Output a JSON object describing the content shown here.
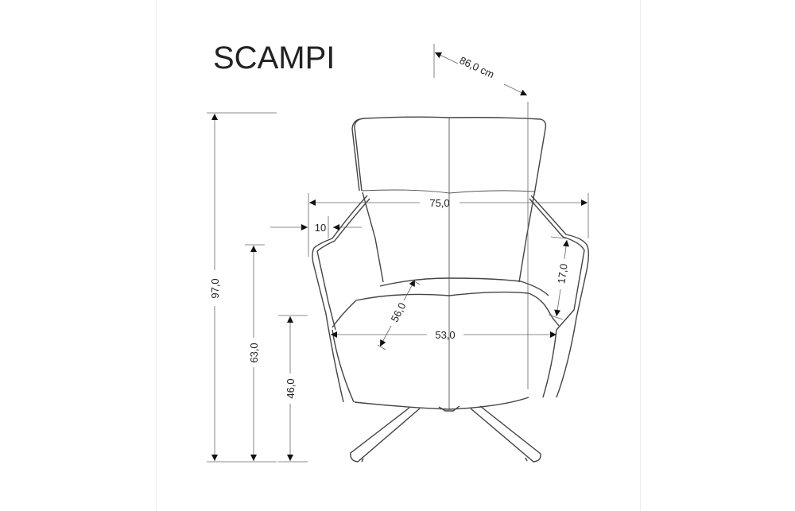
{
  "product_name": "SCAMPI",
  "dimensions": {
    "depth": "86,0 cm",
    "width": "75,0",
    "arm_width": "10",
    "arm_height": "17,0",
    "seat_depth": "56,0",
    "seat_width": "53,0",
    "total_height": "97,0",
    "armrest_height": "63,0",
    "seat_height": "46,0"
  },
  "colors": {
    "line": "#444444",
    "text": "#222222"
  }
}
